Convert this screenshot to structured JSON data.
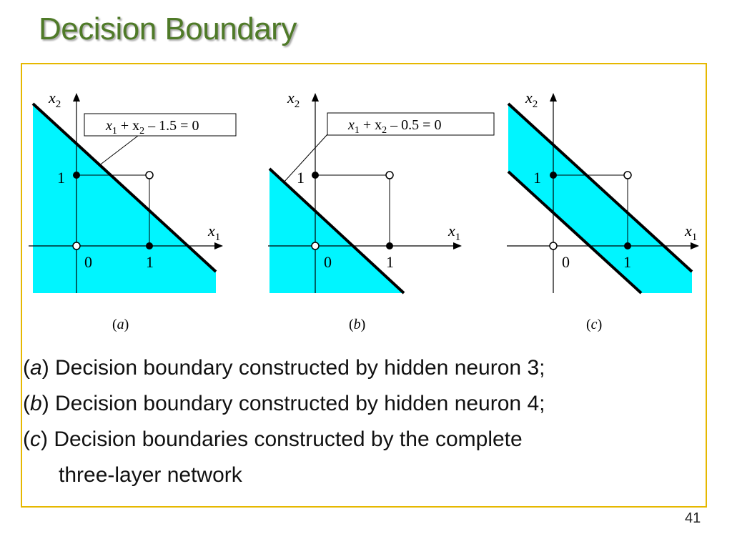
{
  "title": "Decision Boundary",
  "colors": {
    "title": "#4f7a28",
    "frame": "#e6b800",
    "region": "#00f5ff"
  },
  "panels": [
    {
      "label_letter": "a",
      "equation": {
        "lhs": "x",
        "mid": "+ x",
        "rhs": "– 1.5 = 0"
      }
    },
    {
      "label_letter": "b",
      "equation": {
        "lhs": "x",
        "mid": "+ x",
        "rhs": "– 0.5 = 0"
      }
    },
    {
      "label_letter": "c"
    }
  ],
  "axis": {
    "x_var": "x",
    "y_var": "x",
    "x_sub": "1",
    "y_sub": "2",
    "origin": "0",
    "one": "1"
  },
  "captions": [
    {
      "letter": "a",
      "text": "Decision boundary constructed by hidden neuron 3;"
    },
    {
      "letter": "b",
      "text": "Decision boundary constructed by hidden neuron 4;"
    },
    {
      "letter": "c",
      "text": "Decision boundaries constructed by the complete",
      "continuation": "three-layer network"
    }
  ],
  "page_number": "41"
}
